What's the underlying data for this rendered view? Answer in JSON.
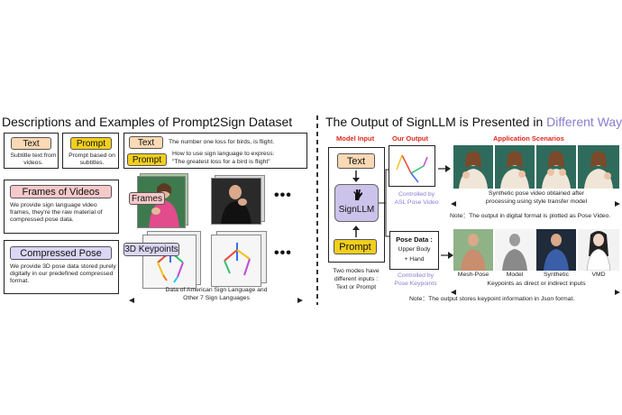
{
  "left": {
    "title": "Descriptions and Examples of Prompt2Sign Dataset",
    "text_box": {
      "label": "Text",
      "desc": "Subtitle text from videos."
    },
    "prompt_box": {
      "label": "Prompt",
      "desc": "Prompt based on subtitles."
    },
    "example": {
      "text_tag": "Text",
      "text_line": "The number one loss for birds, is flight.",
      "prompt_tag": "Prompt",
      "prompt_line1": "How to use sign language to express:",
      "prompt_line2": "\"The greatest loss for a bird is flight\""
    },
    "frames_box": {
      "label": "Frames of Videos",
      "desc": "We provide sign language video frames, they're the raw material of compressed pose data."
    },
    "frames_tag": "Frames",
    "pose_box": {
      "label": "Compressed Pose",
      "desc": "We provide 3D pose data stored purely digitally in our predefined compressed format."
    },
    "keypoints_tag": "3D Keypoints",
    "dots": "•••",
    "caption_line1": "Data of American Sign Language and",
    "caption_line2": "Other 7 Sign Languages"
  },
  "right": {
    "title_main": "The Output of SignLLM is Presented in ",
    "title_accent": "Different Ways",
    "model_input": "Model Input",
    "our_output": "Our Output",
    "app_scenarios": "Application Scenarios",
    "text_tag": "Text",
    "model_name": "SignLLM",
    "prompt_tag": "Prompt",
    "input_note_line1": "Two modes have",
    "input_note_line2": "different inputs :",
    "input_note_line3": "Text  or  Prompt",
    "controlled_asl_line1": "Controlled by",
    "controlled_asl_line2": "ASL Pose Video",
    "synthetic_caption_line1": "Synthetic pose video obtained after",
    "synthetic_caption_line2": "processing using style transfer model",
    "note_video": "Note：The output in digital format is plotted as Pose Video.",
    "pose_data_title": "Pose Data :",
    "pose_data_line1": "Upper Body",
    "pose_data_line2": "+ Hand",
    "controlled_kp_line1": "Controlled by",
    "controlled_kp_line2": "Pose Keypoints",
    "avatar_labels": [
      "Mesh-Pose",
      "Model",
      "Synthetic",
      "VMD"
    ],
    "keypoints_caption": "Keypoints as direct or indirect inputs",
    "note_json": "Note：The output stores keypoint information in Json format."
  },
  "colors": {
    "text_fill": "#fbd9b4",
    "prompt_fill": "#f2cf1d",
    "frames_fill": "#f6c9c9",
    "pose_fill": "#dcd6f5",
    "accent_purple": "#8a7ccf",
    "heading_red": "#e0261b"
  }
}
